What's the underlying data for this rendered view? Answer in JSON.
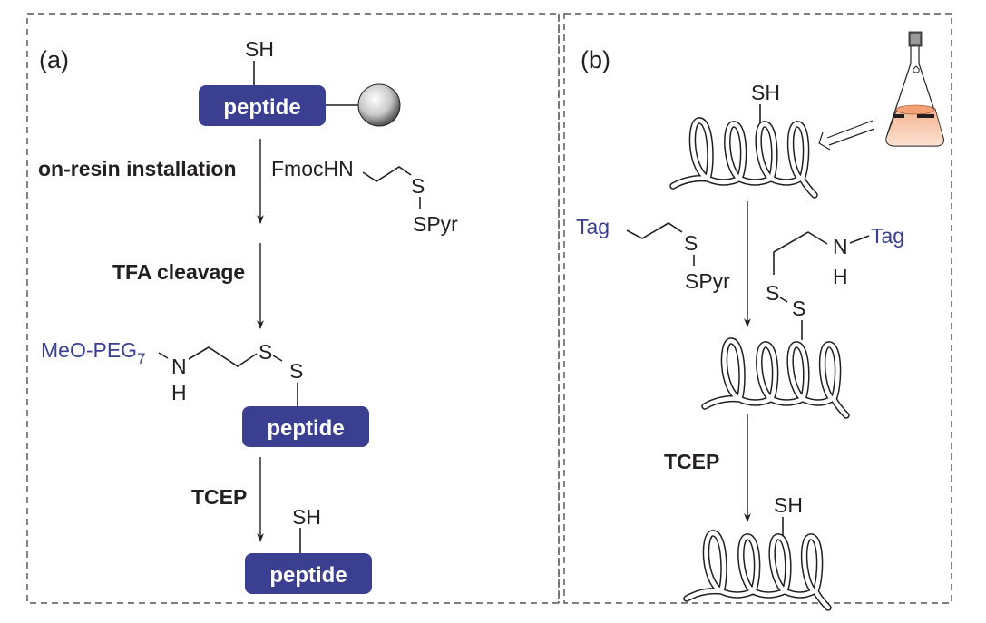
{
  "panel_a": {
    "label": "(a)",
    "start_thiol": "SH",
    "peptide_label": "peptide",
    "step1_reagent": "on-resin installation",
    "reagent_fmoc": "FmocHN",
    "reagent_s": "S",
    "reagent_spyr": "SPyr",
    "step2_reagent": "TFA cleavage",
    "peg_label": "MeO-PEG",
    "peg_subscript": "7",
    "amine_n": "N",
    "amine_h": "H",
    "disulfide_s1": "S",
    "disulfide_s2": "S",
    "step3_reagent": "TCEP",
    "final_thiol": "SH"
  },
  "panel_b": {
    "label": "(b)",
    "start_thiol": "SH",
    "tag_reagent_tag": "Tag",
    "tag_reagent_s": "S",
    "tag_reagent_spyr": "SPyr",
    "conj_n": "N",
    "conj_h": "H",
    "conj_tag": "Tag",
    "disulfide_s1": "S",
    "disulfide_s2": "S",
    "step_reagent": "TCEP",
    "final_thiol": "SH"
  },
  "colors": {
    "peptide_box": "#3a3f92",
    "tag_text": "#3a3f92",
    "flask_liquid": "#f0a070"
  }
}
